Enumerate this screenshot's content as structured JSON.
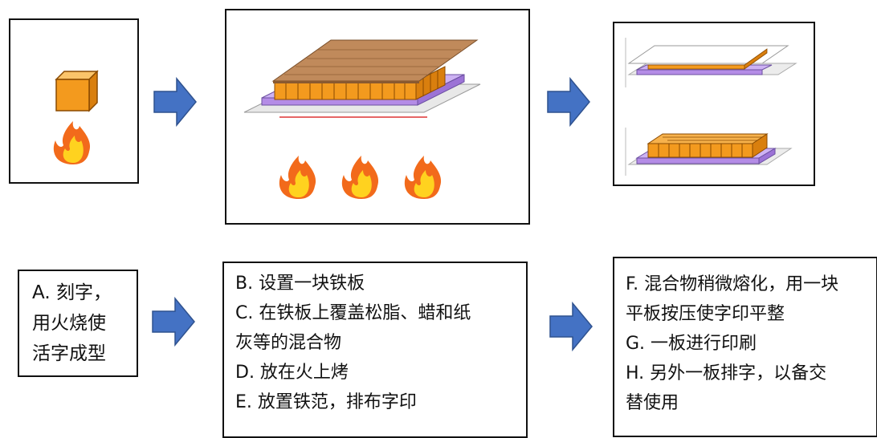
{
  "steps": {
    "a": {
      "lines": [
        "A. 刻字，",
        "用火烧使",
        "活字成型"
      ]
    },
    "b": "B.  设置一块铁板",
    "c1": "C.  在铁板上覆盖松脂、蜡和纸",
    "c2": "灰等的混合物",
    "d": "D.  放在火上烤",
    "e": "E.  放置铁范，排布字印",
    "f1": "F.  混合物稍微熔化，用一块",
    "f2": "平板按压使字印平整",
    "g": "G.  一板进行印刷",
    "h1": "H.  另外一板排字，以备交",
    "h2": "替使用"
  },
  "colors": {
    "arrow": "#4472C4",
    "type_block": "#F39A1E",
    "iron_plate": "#B48CE6",
    "flame_outer": "#F26A1B",
    "flame_inner": "#FFD21F",
    "wood_board": "#B88355"
  },
  "icons": [
    "type-block-icon",
    "flame-icon",
    "arrow-right-icon",
    "printing-board-icon",
    "iron-plate-icon"
  ]
}
